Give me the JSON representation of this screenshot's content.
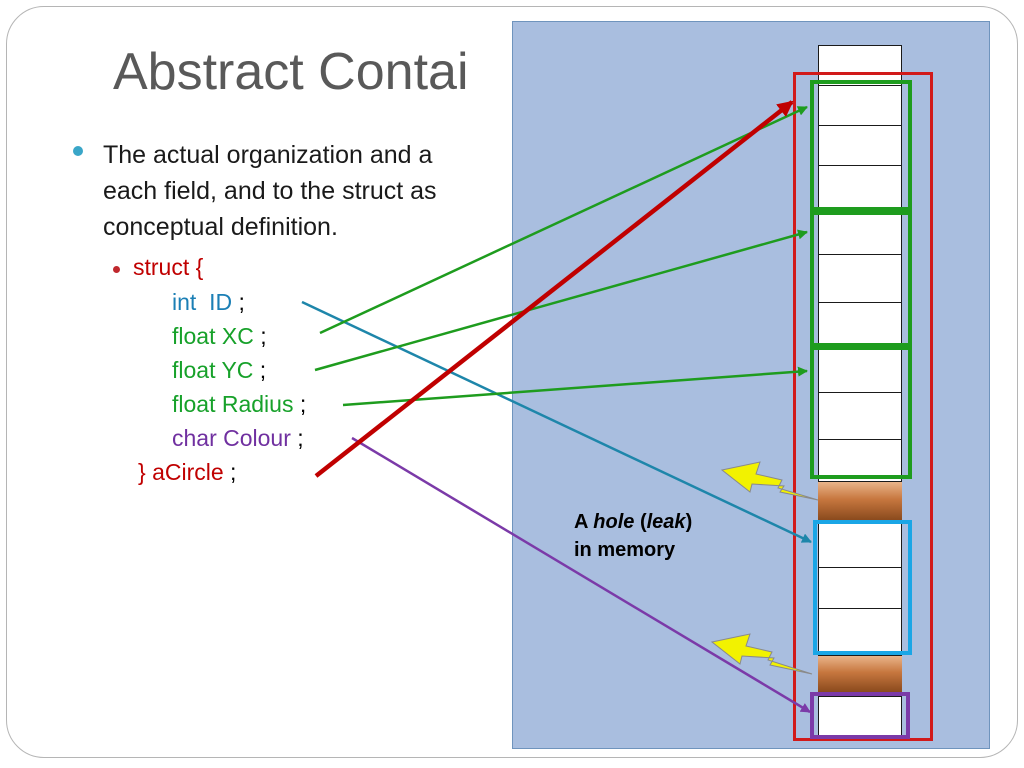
{
  "slide": {
    "title": "Abstract Contai",
    "bullet_line1": "The actual organization and a",
    "bullet_line2": "each field, and to the struct as",
    "bullet_line3": "conceptual definition."
  },
  "code": {
    "line1": "struct {",
    "line2_type": "int",
    "line2_name": "ID",
    "line2_end": ";",
    "line3_type": "float XC",
    "line3_end": ";",
    "line4_type": "float YC",
    "line4_end": ";",
    "line5_type": "float Radius",
    "line5_end": ";",
    "line6_type": "char Colour",
    "line6_end": ";",
    "line7_brace": "} aCircle",
    "line7_end": ";"
  },
  "memory_label": {
    "a": "A",
    "hole": "hole",
    "open_paren": "(",
    "leak": "leak",
    "close_paren": ")",
    "line2": "in memory"
  },
  "colors": {
    "int": "#1b7fb5",
    "float": "#17a12a",
    "char": "#7030a0",
    "struct": "#c00000",
    "hole_top": "#e9b48a",
    "hole_bottom": "#8a4a1d",
    "panel": "#a9bedf"
  },
  "icons": [
    "lightning-icon",
    "lightning-icon"
  ]
}
